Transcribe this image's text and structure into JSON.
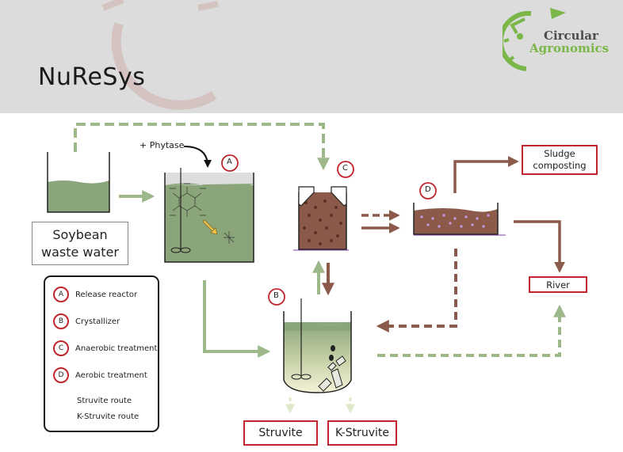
{
  "header": {
    "title": "NuReSys",
    "logo_line1": "Circular",
    "logo_line2": "Agronomics"
  },
  "inputs": {
    "phytase": "+ Phytase",
    "soybean": "Soybean waste water"
  },
  "reactors": {
    "a": "A",
    "b": "B",
    "c": "C",
    "d": "D"
  },
  "outputs": {
    "sludge": "Sludge composting",
    "river": "River",
    "struvite": "Struvite",
    "k_struvite": "K-Struvite"
  },
  "legend": {
    "items": [
      {
        "key": "A",
        "label": "Release reactor"
      },
      {
        "key": "B",
        "label": "Crystallizer"
      },
      {
        "key": "C",
        "label": "Anaerobic treatment"
      },
      {
        "key": "D",
        "label": "Aerobic treatment"
      }
    ],
    "struvite_route": "Struvite route",
    "k_struvite_route": "K-Struvite route"
  },
  "colors": {
    "green": "#9db98a",
    "brown": "#8b5a4a",
    "red": "#c0262d",
    "liquid": "#8aa57a"
  }
}
